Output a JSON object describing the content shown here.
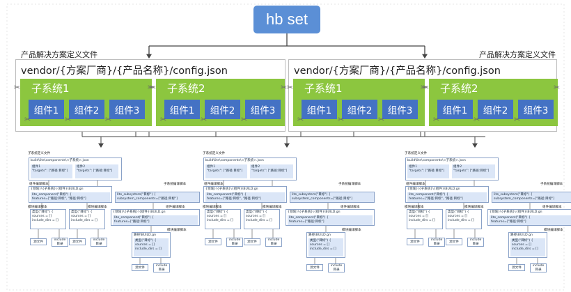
{
  "top": {
    "label": "hb set"
  },
  "product": {
    "def_label": "产品解决方案定义文件",
    "config_path": "vendor/{方案厂商}/{产品名称}/config.json",
    "subsystems": [
      {
        "label": "子系统1",
        "components": [
          "组件1",
          "组件2",
          "组件3"
        ]
      },
      {
        "label": "子系统2",
        "components": [
          "组件1",
          "组件2",
          "组件3"
        ]
      }
    ]
  },
  "detail": {
    "subsystem_def_label": "子系统定义文件",
    "subsystem_json": "build\\lite\\components\\<子系统>.json",
    "comp1_title": "组件1",
    "comp2_title": "组件2",
    "targets_line": "\"targets\": [\"路径:目标\"]",
    "comp_script_label": "组件编译脚本",
    "subsystem_script_label": "子系统编译脚本",
    "module_script_label": "模块编译脚本",
    "comp_build_path": "{领域}\\{子系统}\\{组件}\\BUILD.gn",
    "lite_component": "lite_component(\"目标\") {",
    "features_line": "features=[\"路径:目标\", \"路径:目标\"]",
    "lite_subsystem": "lite_subsystem(\"目标\") {",
    "subsystem_components": "subsystem_components=[\"路径:目标\"]",
    "comp_build_path2": "{领域}\\{子系统}\\{组件}\\BUILD.gn",
    "lite_component2": "lite_component(\"目标\") {",
    "features_line2": "features=[\"路径:目标\"]",
    "path_build": "路径\\BUILD.gn",
    "type_target": "类型(\"目标\") {",
    "sources": "sources = []",
    "include_dirs": "include_dirs = []",
    "source_file": "源文件",
    "include_dir": "include\n目录"
  }
}
